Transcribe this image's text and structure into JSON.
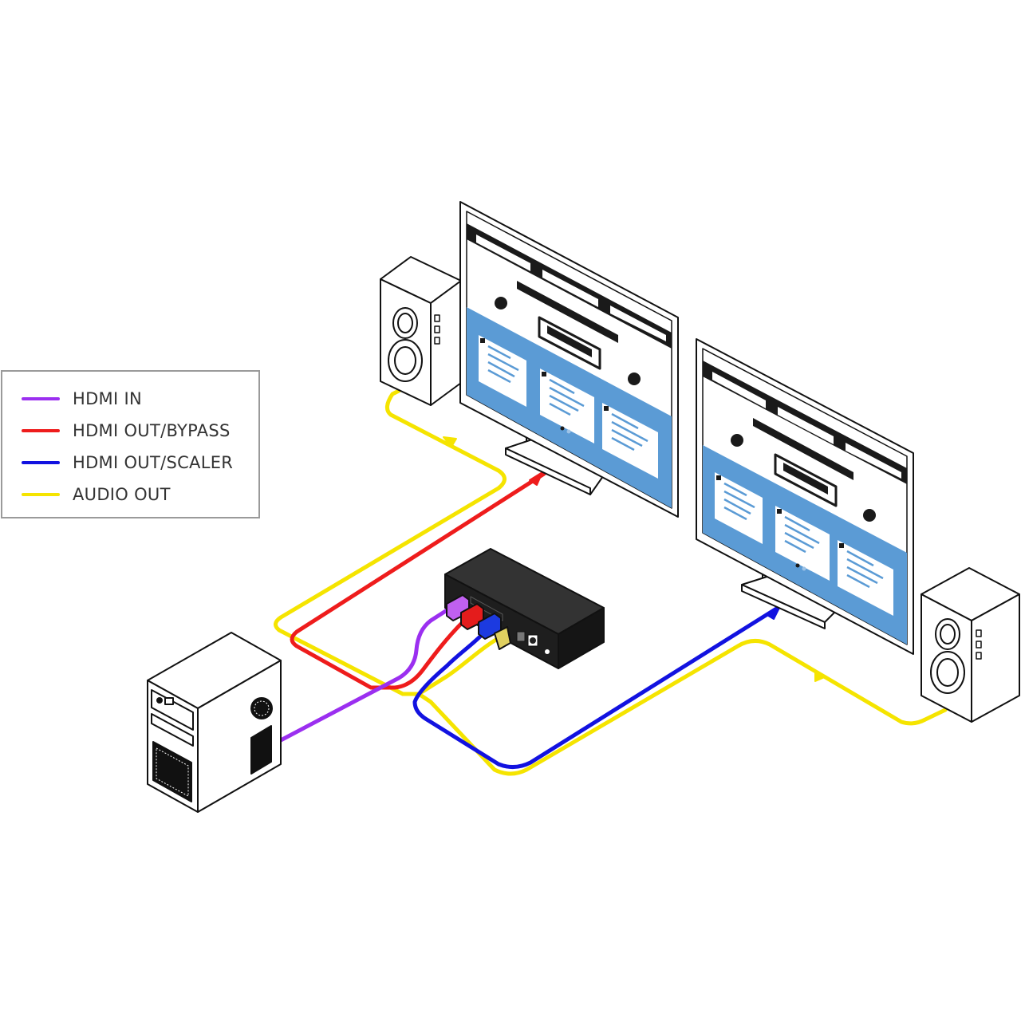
{
  "legend": {
    "items": [
      {
        "label": "HDMI IN",
        "color": "#9b2ff0"
      },
      {
        "label": "HDMI OUT/BYPASS",
        "color": "#ee1c1c"
      },
      {
        "label": "HDMI OUT/SCALER",
        "color": "#1212e0"
      },
      {
        "label": "AUDIO OUT",
        "color": "#f5e400"
      }
    ]
  },
  "colors": {
    "screen_blue": "#5b9bd5",
    "screen_dark": "#1a1a1a",
    "device_body": "#2b2b2b"
  },
  "icons": [
    "pc-tower-icon",
    "speaker-icon",
    "monitor-icon",
    "hdmi-scaler-box-icon"
  ]
}
